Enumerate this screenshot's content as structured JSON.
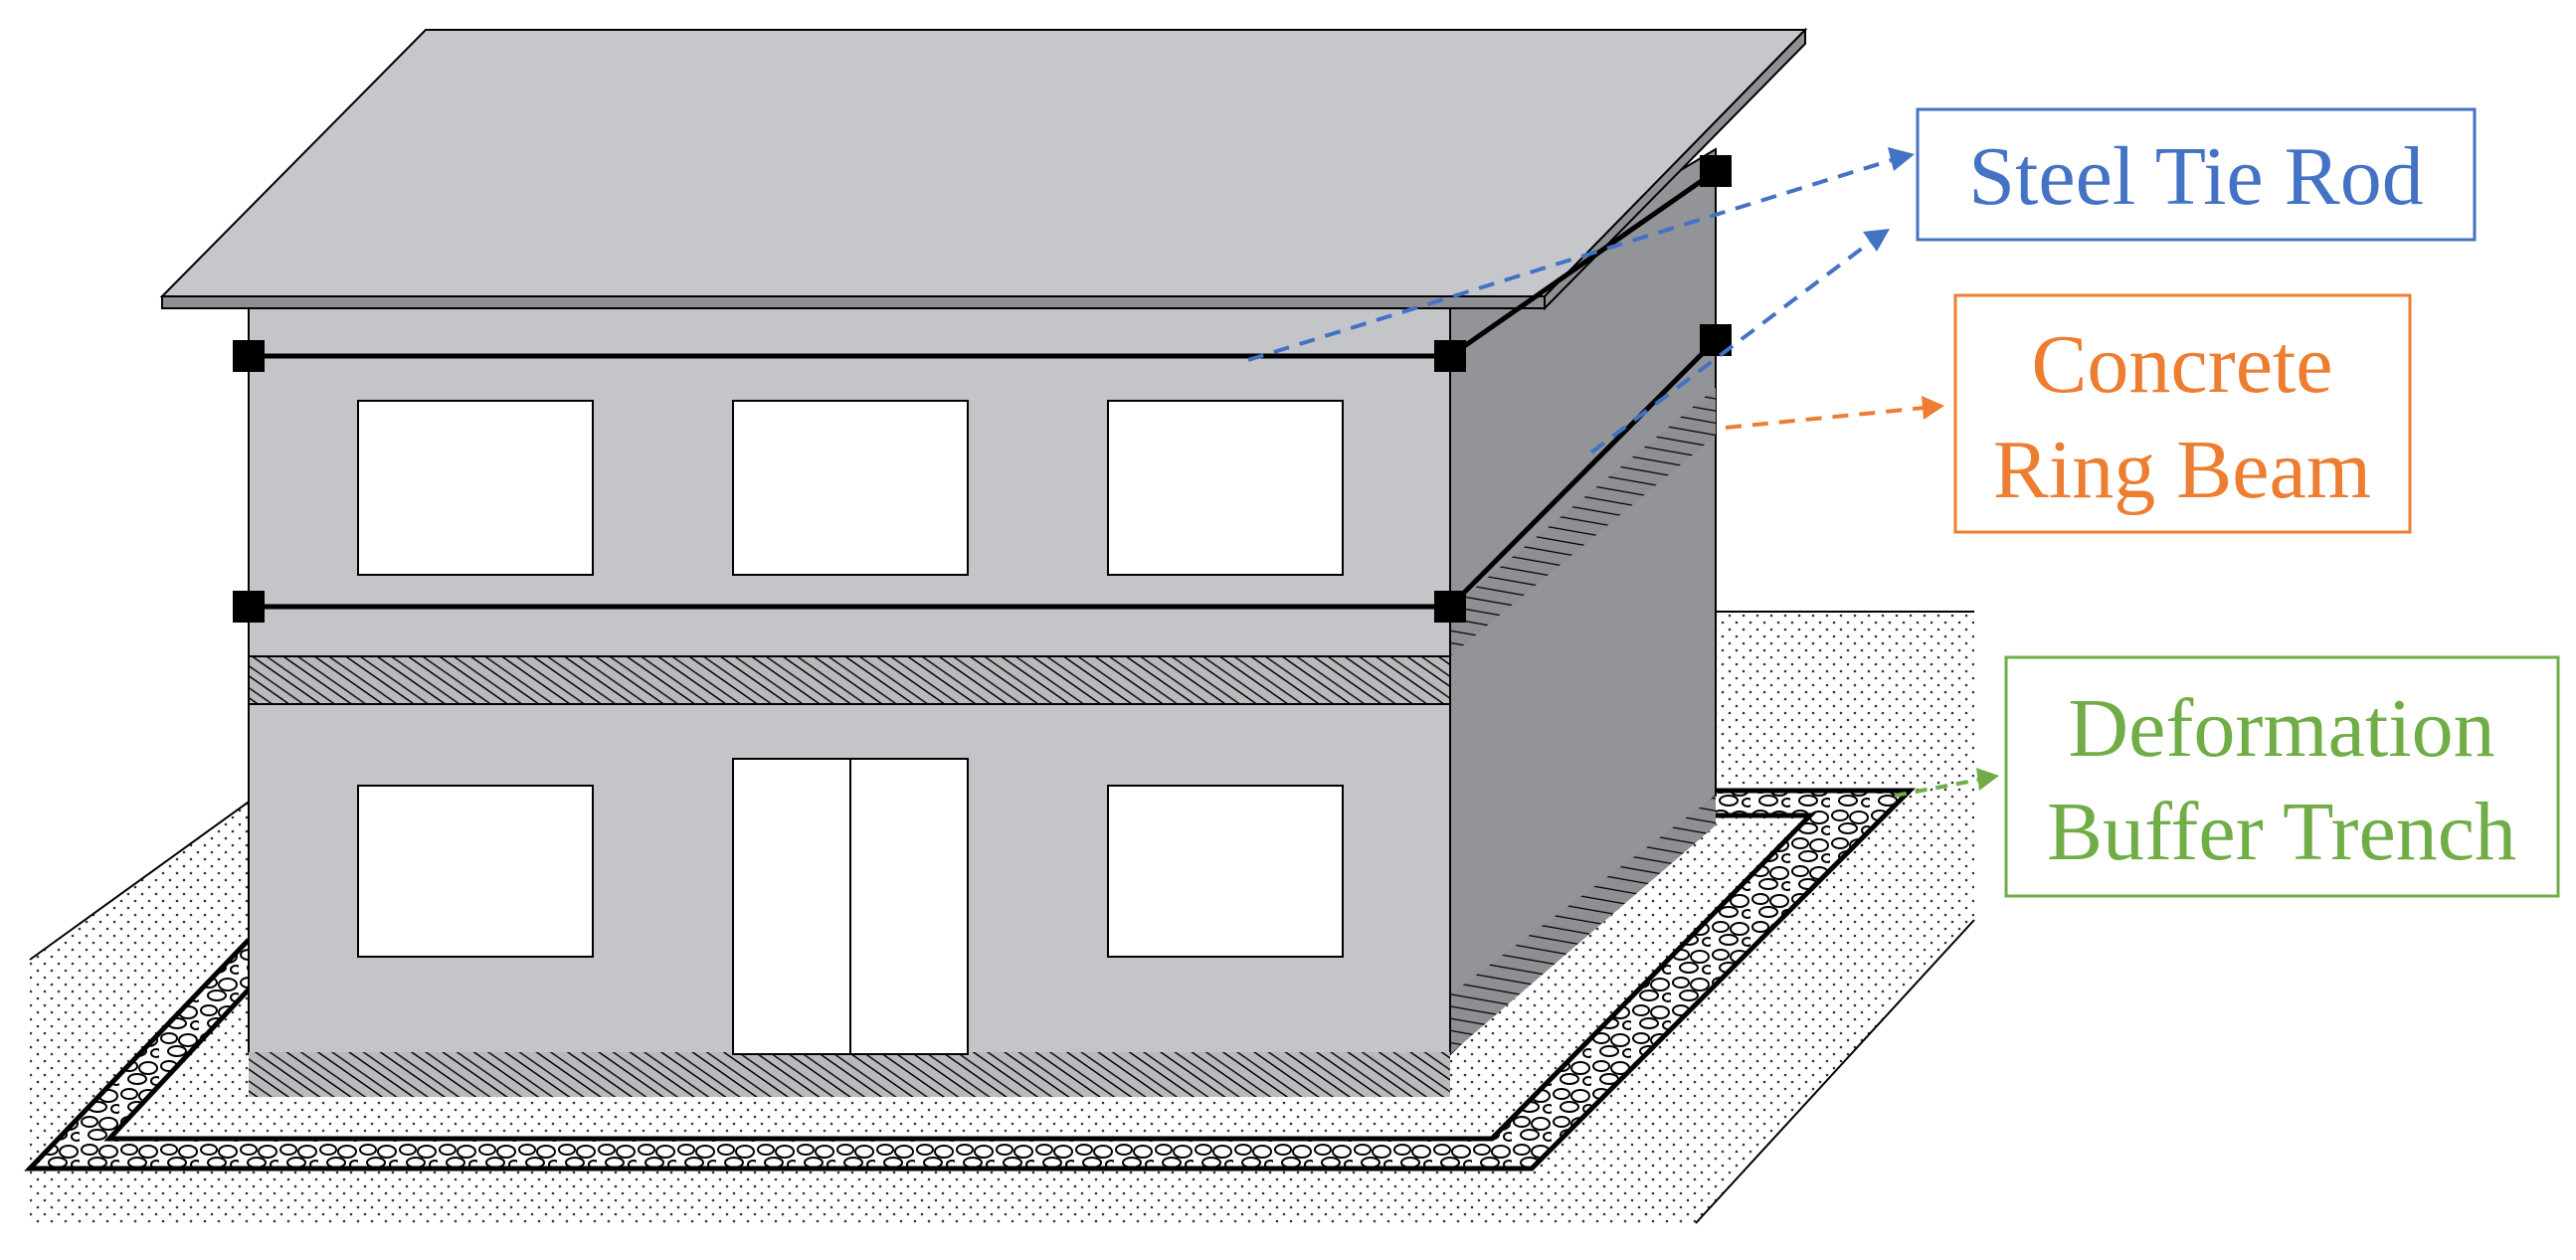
{
  "labels": {
    "steel_tie_rod": "Steel Tie Rod",
    "concrete_ring_beam_line1": "Concrete",
    "concrete_ring_beam_line2": "Ring Beam",
    "deformation_buffer_trench_line1": "Deformation",
    "deformation_buffer_trench_line2": "Buffer Trench"
  },
  "colors": {
    "steel_tie_rod": "#4472C4",
    "concrete_ring_beam": "#ED7D31",
    "deformation_buffer_trench": "#70AD47",
    "wall_front": "#c4c5c9",
    "wall_side": "#939497",
    "roof": "#c6c7cb",
    "outline": "#000000"
  }
}
